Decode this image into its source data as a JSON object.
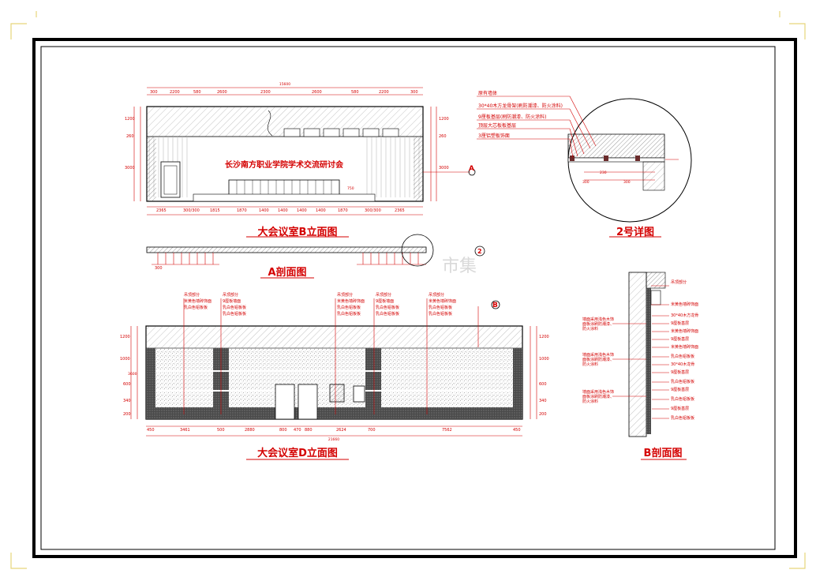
{
  "watermark": "市集",
  "elevation_b": {
    "title": "大会议室B立面图",
    "banner": "长沙南方职业学院学术交流研讨会",
    "marker": "A",
    "top_dim": "15600",
    "top_dims": [
      "300",
      "2200",
      "580",
      "2600",
      "2300",
      "2600",
      "580",
      "2200",
      "300"
    ],
    "bottom_dims": [
      "2365",
      "300/300",
      "1815",
      "1870",
      "1400",
      "1400",
      "1400",
      "1400",
      "1870",
      "300/300",
      "2365"
    ],
    "left_dims": [
      "1200",
      "260",
      "3000"
    ],
    "right_dims": [
      "1200",
      "260",
      "3000"
    ],
    "small_dim": "750"
  },
  "section_a": {
    "title": "A剖面图",
    "marker": "2",
    "dim_label": "300"
  },
  "detail_2": {
    "title": "2号详图",
    "notes": [
      "原有墙体",
      "30*40木方龙骨架(刷防潮漆、防火涂料)",
      "9厘板基层(刷防潮漆、防火涂料)",
      "顶层大芯板板基层",
      "3厘铝塑板饰面"
    ],
    "dims": [
      "300",
      "230",
      "300"
    ]
  },
  "elevation_d": {
    "title": "大会议室D立面图",
    "marker": "B",
    "callouts": [
      [
        "吊顶部分",
        "米黄色墙砖饰面",
        "乳白色铝板板"
      ],
      [
        "吊顶部分",
        "9厘板墙面",
        "乳白色铝板板",
        "乳白色铝板板"
      ],
      [
        "吊顶部分",
        "米黄色墙砖饰面",
        "乳白色铝板板",
        "乳白色铝板板"
      ],
      [
        "吊顶部分",
        "9厘板墙面",
        "乳白色铝板板",
        "乳白色铝板板"
      ],
      [
        "吊顶部分",
        "米黄色墙砖饰面",
        "乳白色铝板板",
        "乳白色铝板板"
      ]
    ],
    "bottom_dims": [
      "450",
      "3461",
      "500",
      "2880",
      "800",
      "470",
      "880",
      "2624",
      "700",
      "7562",
      "450"
    ],
    "total": "21660",
    "left_dims": [
      "1200",
      "1000",
      "600",
      "340",
      "200"
    ],
    "right_dims": [
      "1200",
      "1000",
      "600",
      "340",
      "200"
    ],
    "height": "3600"
  },
  "section_b": {
    "title": "B剖面图",
    "notes": [
      "吊顶部分",
      "米黄色墙砖饰面",
      "30*40木方龙骨",
      "9厘板基层",
      "米黄色墙砖饰面",
      "9厘板基层",
      "米黄色墙砖饰面",
      "乳白色铝板板",
      "30*40木龙骨",
      "9厘板基层",
      "乳白色铝板板",
      "9厘板基层",
      "乳白色铝板板",
      "9厘板基层",
      "乳白色铝板板"
    ],
    "left_notes": [
      "墙面采用浅色木饰面板涂刷防潮漆、防火涂料",
      "墙面采用浅色木饰面板涂刷防潮漆、防火涂料",
      "墙面采用浅色木饰面板涂刷防潮漆、防火涂料"
    ]
  }
}
